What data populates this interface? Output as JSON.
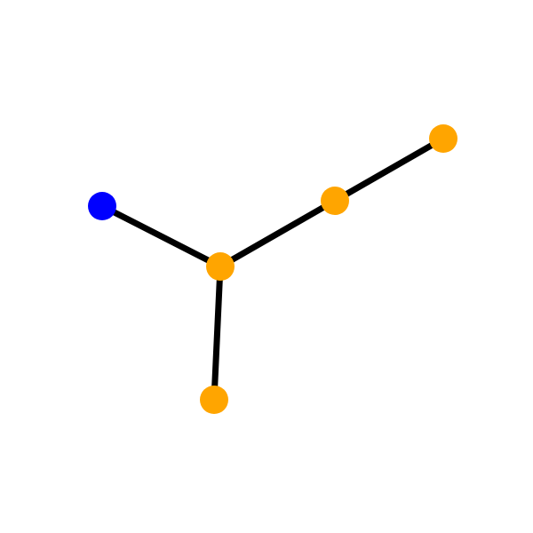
{
  "graph": {
    "colors": {
      "background": "#ffffff",
      "edge": "#000000",
      "node_default": "#ffa500",
      "node_highlight": "#0000ff"
    },
    "nodes": [
      {
        "id": "blue-node",
        "color": "#0000ff"
      },
      {
        "id": "center-node",
        "color": "#ffa500"
      },
      {
        "id": "bottom-node",
        "color": "#ffa500"
      },
      {
        "id": "mid-right-node",
        "color": "#ffa500"
      },
      {
        "id": "far-right-node",
        "color": "#ffa500"
      }
    ],
    "edges": [
      {
        "from": "blue-node",
        "to": "center-node"
      },
      {
        "from": "center-node",
        "to": "bottom-node"
      },
      {
        "from": "center-node",
        "to": "mid-right-node"
      },
      {
        "from": "mid-right-node",
        "to": "far-right-node"
      }
    ]
  }
}
